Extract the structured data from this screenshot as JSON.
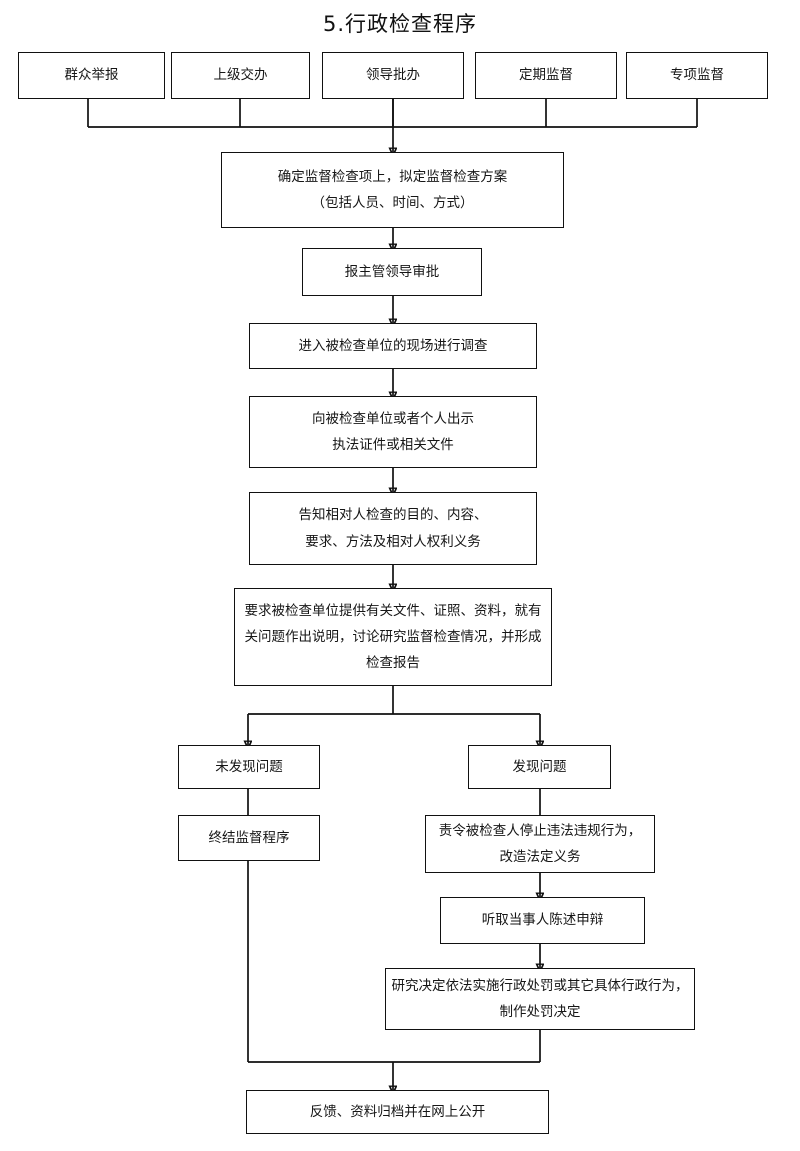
{
  "diagram": {
    "title": "5.行政检查程序",
    "type": "flowchart",
    "orientation": "top-to-bottom",
    "colors": {
      "background": "#ffffff",
      "box_border": "#111111",
      "box_fill": "#ffffff",
      "connector": "#111111",
      "text": "#161616"
    },
    "sources": [
      {
        "id": "src-1",
        "label": "群众举报"
      },
      {
        "id": "src-2",
        "label": "上级交办"
      },
      {
        "id": "src-3",
        "label": "领导批办"
      },
      {
        "id": "src-4",
        "label": "定期监督"
      },
      {
        "id": "src-5",
        "label": "专项监督"
      }
    ],
    "steps": [
      {
        "id": "step-plan",
        "lines": [
          "确定监督检查项上，拟定监督检查方案",
          "（包括人员、时间、方式）"
        ]
      },
      {
        "id": "step-approval",
        "lines": [
          "报主管领导审批"
        ]
      },
      {
        "id": "step-onsite",
        "lines": [
          "进入被检查单位的现场进行调查"
        ]
      },
      {
        "id": "step-credentials",
        "lines": [
          "向被检查单位或者个人出示",
          "执法证件或相关文件"
        ]
      },
      {
        "id": "step-notify",
        "lines": [
          "告知相对人检查的目的、内容、",
          "要求、方法及相对人权利义务"
        ]
      },
      {
        "id": "step-report",
        "lines": [
          "要求被检查单位提供有关文件、证照、资料，就有",
          "关问题作出说明，讨论研究监督检查情况，并形成",
          "检查报告"
        ]
      }
    ],
    "branches": {
      "left": {
        "decision": {
          "id": "branch-no-issue",
          "lines": [
            "未发现问题"
          ]
        },
        "steps": [
          {
            "id": "step-terminate",
            "lines": [
              "终结监督程序"
            ]
          }
        ]
      },
      "right": {
        "decision": {
          "id": "branch-issue-found",
          "lines": [
            "发现问题"
          ]
        },
        "steps": [
          {
            "id": "step-order-stop",
            "lines": [
              "责令被检查人停止违法违规行为，",
              "改造法定义务"
            ]
          },
          {
            "id": "step-hearing",
            "lines": [
              "听取当事人陈述申辩"
            ]
          },
          {
            "id": "step-penalty",
            "lines": [
              "研究决定依法实施行政处罚或其它具体行政行为，",
              "制作处罚决定"
            ]
          }
        ]
      }
    },
    "final": {
      "id": "step-archive",
      "lines": [
        "反馈、资料归档并在网上公开"
      ]
    }
  }
}
